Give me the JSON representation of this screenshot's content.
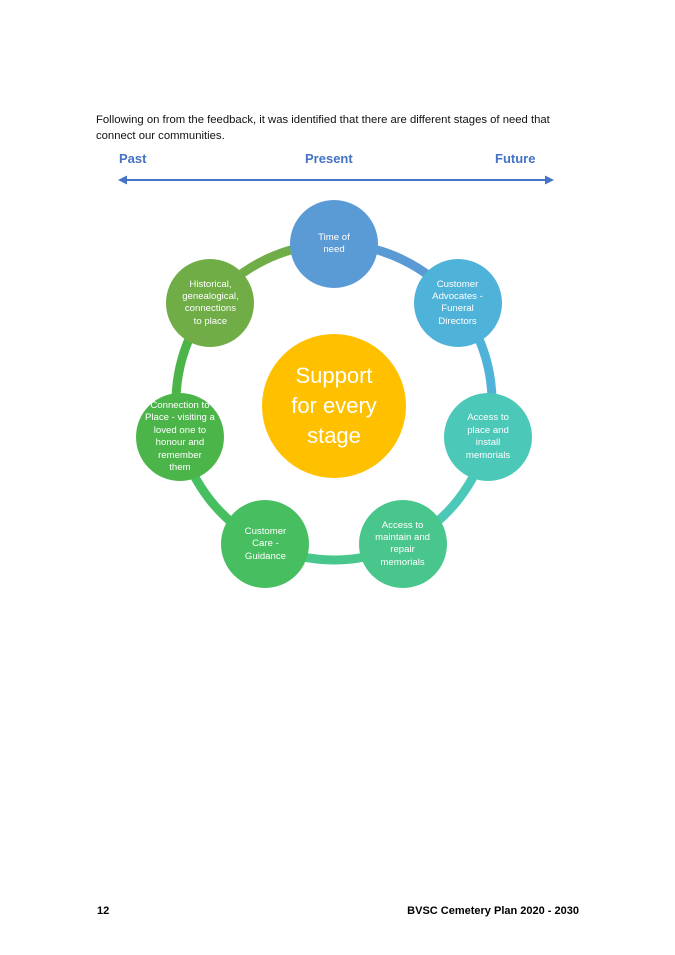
{
  "intro_text": "Following on from the feedback, it was identified that there are different stages of need that connect our communities.",
  "timeline": {
    "past": "Past",
    "present": "Present",
    "future": "Future"
  },
  "center": "Support\nfor every\nstage",
  "stages": [
    {
      "label": "Time of\nneed",
      "color": "#5b9bd5"
    },
    {
      "label": "Customer\nAdvocates -\nFuneral\nDirectors",
      "color": "#4fb3d9"
    },
    {
      "label": "Access to\nplace and\ninstall\nmemorials",
      "color": "#4bc8b8"
    },
    {
      "label": "Access to\nmaintain and\nrepair\nmemorials",
      "color": "#48c68c"
    },
    {
      "label": "Customer\nCare -\nGuidance",
      "color": "#47bf60"
    },
    {
      "label": "Connection to\nPlace - visiting a\nloved one to\nhonour and\nremember\nthem",
      "color": "#4cb54a"
    },
    {
      "label": "Historical,\ngenealogical,\nconnections\nto place",
      "color": "#70ad47"
    }
  ],
  "footer": {
    "page_number": "12",
    "doc_title": "BVSC Cemetery Plan 2020 - 2030"
  }
}
